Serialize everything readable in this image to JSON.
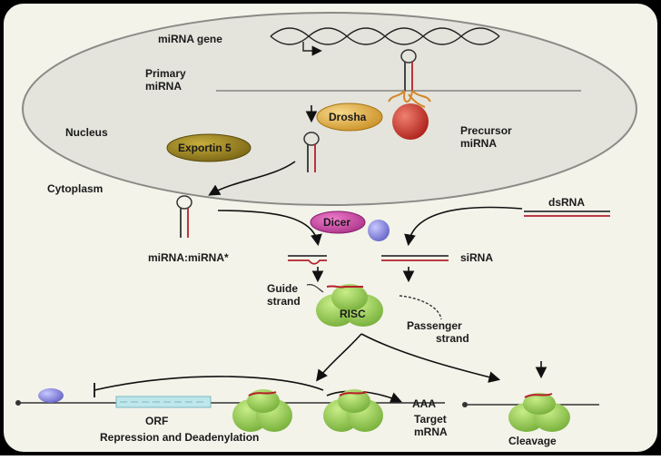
{
  "labels": {
    "mirna_gene": "miRNA gene",
    "primary_1": "Primary",
    "primary_2": "miRNA",
    "nucleus": "Nucleus",
    "drosha": "Drosha",
    "precursor_1": "Precursor",
    "precursor_2": "miRNA",
    "exportin": "Exportin 5",
    "cytoplasm": "Cytoplasm",
    "dsrna": "dsRNA",
    "dicer": "Dicer",
    "mirna_duplex": "miRNA:miRNA*",
    "sirna": "siRNA",
    "guide_1": "Guide",
    "guide_2": "strand",
    "risc": "RISC",
    "passenger_1": "Passenger",
    "passenger_2": "strand",
    "orf": "ORF",
    "repression": "Repression and Deadenylation",
    "aaa": "AAA",
    "target_1": "Target",
    "target_2": "mRNA",
    "cleavage": "Cleavage"
  },
  "colors": {
    "background": "#f3f3ea",
    "nucleus_fill": "#e4e4dc",
    "drosha": "#dba23a",
    "drosha_ball": "#c4251c",
    "exportin": "#8a7418",
    "dicer": "#c73b9c",
    "dicer_ball": "#7f7fd8",
    "risc": "#8dc24a",
    "rna_red": "#b5202a",
    "rna_dark": "#333333"
  }
}
